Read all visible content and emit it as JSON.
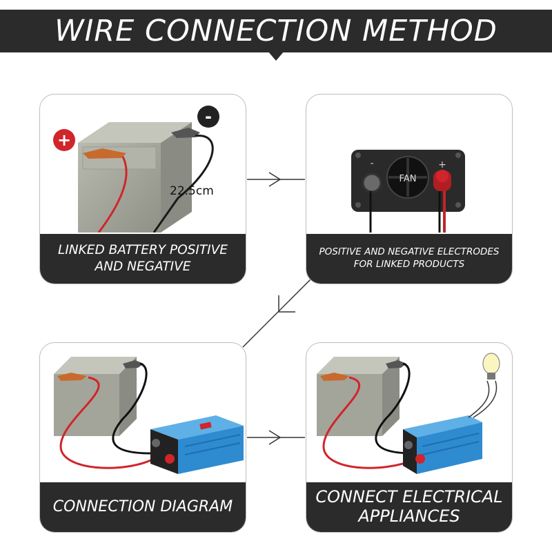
{
  "header": {
    "title": "WIRE CONNECTION METHOD"
  },
  "steps": [
    {
      "caption": "LINKED BATTERY POSITIVE\nAND NEGATIVE",
      "measurement": "22.5cm",
      "positive_symbol": "+",
      "negative_symbol": "-"
    },
    {
      "caption": "POSITIVE AND NEGATIVE ELECTRODES\nFOR LINKED PRODUCTS",
      "fan_label": "FAN",
      "minus_label": "-",
      "plus_label": "+"
    },
    {
      "caption": "CONNECTION DIAGRAM"
    },
    {
      "caption": "CONNECT ELECTRICAL\nAPPLIANCES"
    }
  ],
  "colors": {
    "banner": "#2b2b2b",
    "positive": "#d0252a",
    "battery": "#a3a59a",
    "inverter": "#2f8bd0"
  }
}
